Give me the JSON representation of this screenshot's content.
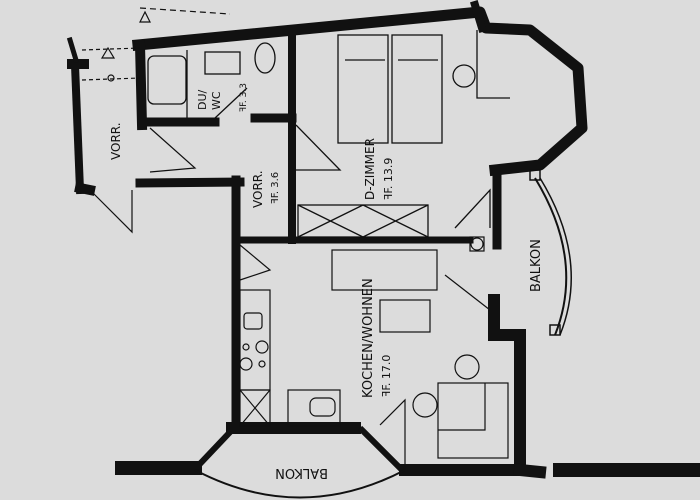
{
  "floor_plan": {
    "background_color": "#dcdcdc",
    "wall_color": "#111111",
    "rooms": [
      {
        "name": "VORR.",
        "area": "",
        "area_prefix": ""
      },
      {
        "name": "DU/WC",
        "area": "3.3",
        "area_prefix": "ꟻF."
      },
      {
        "name": "VORR.",
        "area": "3.6",
        "area_prefix": "ꟻF."
      },
      {
        "name": "D-ZIMMER",
        "area": "13.9",
        "area_prefix": "ꟻF."
      },
      {
        "name": "KOCHEN/WOHNEN",
        "area": "17.0",
        "area_prefix": "ꟻF."
      },
      {
        "name": "BALKON",
        "area": "",
        "area_prefix": ""
      },
      {
        "name": "BALKON",
        "area": "",
        "area_prefix": ""
      }
    ],
    "labels": {
      "vorr_entry": "VORR.",
      "du_wc_1": "DU/",
      "du_wc_2": "WC",
      "du_wc_area": "ꟻF. 3.3",
      "vorr_inner": "VORR.",
      "vorr_inner_area": "ꟻF. 3.6",
      "d_zimmer": "D-ZIMMER",
      "d_zimmer_area": "ꟻF. 13.9",
      "kochen_wohnen": "KOCHEN/WOHNEN",
      "kochen_wohnen_area": "ꟻF. 17.0",
      "balkon_right": "BALKON",
      "balkon_bottom": "BALKON"
    }
  }
}
